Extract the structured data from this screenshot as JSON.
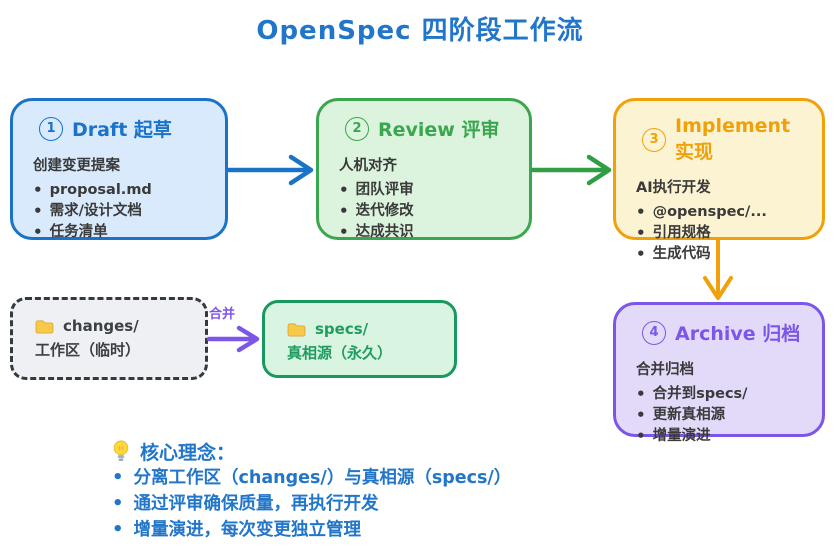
{
  "title": "OpenSpec 四阶段工作流",
  "stages": [
    {
      "num": "1",
      "heading": "Draft 起草",
      "intro": "创建变更提案",
      "bullets": [
        "proposal.md",
        "需求/设计文档",
        "任务清单"
      ],
      "accent": "#1a73c8",
      "fill": "#d8eafc"
    },
    {
      "num": "2",
      "heading": "Review 评审",
      "intro": "人机对齐",
      "bullets": [
        "团队评审",
        "迭代修改",
        "达成共识"
      ],
      "accent": "#3aa64f",
      "fill": "#dcf3de"
    },
    {
      "num": "3",
      "heading": "Implement 实现",
      "intro": "AI执行开发",
      "bullets": [
        "@openspec/...",
        "引用规格",
        "生成代码"
      ],
      "accent": "#f0a10a",
      "fill": "#fcf3d2"
    },
    {
      "num": "4",
      "heading": "Archive 归档",
      "intro": "合并归档",
      "bullets": [
        "合并到specs/",
        "更新真相源",
        "增量演进"
      ],
      "accent": "#7c56e8",
      "fill": "#e3daf9"
    }
  ],
  "storage": {
    "changes": {
      "name": "changes/",
      "desc": "工作区（临时）"
    },
    "specs": {
      "name": "specs/",
      "desc": "真相源（永久）"
    },
    "merge_label": "合并"
  },
  "notes": {
    "heading": "核心理念：",
    "bullets": [
      "分离工作区（changes/）与真相源（specs/）",
      "通过评审确保质量，再执行开发",
      "增量演进，每次变更独立管理"
    ]
  },
  "icons": {
    "folder_icon": "📁",
    "lightbulb_icon": "💡"
  },
  "colors": {
    "title": "#2276c9",
    "arrow_draft_to_review": "#1a73c8",
    "arrow_review_to_implement": "#2f9e44",
    "arrow_implement_to_archive": "#f0a10a",
    "arrow_merge": "#7c56e8",
    "notes_text": "#2276c9",
    "body_text": "#3a3a3a",
    "changes_border": "#343a40",
    "specs_border": "#189a5f"
  }
}
